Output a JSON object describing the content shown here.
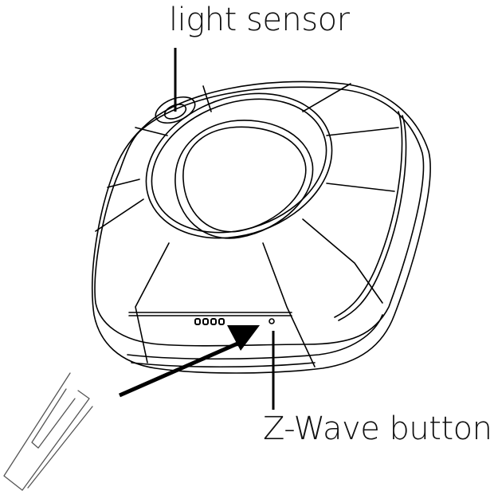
{
  "diagram": {
    "type": "device-illustration",
    "subject": "Z-Wave multisensor (top/front view)",
    "labels": {
      "light_sensor": "light sensor",
      "zwave_button": "Z-Wave button"
    },
    "callouts": [
      {
        "label": "light sensor",
        "target": "light-sensor-window",
        "leader": "vertical line from label down to sensor"
      },
      {
        "label": "Z-Wave button",
        "target": "zwave-button-hole",
        "leader": "vertical line from label up to button hole"
      }
    ],
    "instruction_arrow": {
      "from": "paperclip-tool",
      "to": "front panel near Z-Wave button"
    },
    "tool": "paperclip",
    "colors": {
      "line": "#000000",
      "background": "#ffffff"
    }
  }
}
